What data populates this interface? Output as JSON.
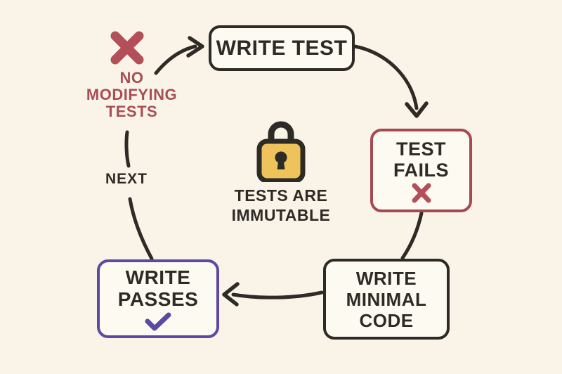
{
  "diagram": {
    "name": "tdd-cycle",
    "colors": {
      "background": "#f9f4e7",
      "node_fill": "#fdfaf2",
      "ink": "#2e2b27",
      "red_accent": "#a84e55",
      "red_border": "#a64a52",
      "purple_accent": "#5b4aa0",
      "lock_gold": "#eec35b"
    },
    "nodes": {
      "write_test": {
        "label": "WRITE TEST"
      },
      "test_fails": {
        "lines": [
          "TEST",
          "FAILS"
        ],
        "status_icon": "fail-x"
      },
      "write_minimal_code": {
        "lines": [
          "WRITE",
          "MINIMAL",
          "CODE"
        ]
      },
      "write_passes": {
        "lines": [
          "WRITE",
          "PASSES"
        ],
        "status_icon": "pass-check"
      }
    },
    "labels": {
      "no_modifying_tests": {
        "lines": [
          "NO",
          "MODIFYING",
          "TESTS"
        ],
        "icon": "red-x"
      },
      "next": "NEXT",
      "center_caption": {
        "lines": [
          "TESTS ARE",
          "IMMUTABLE"
        ],
        "icon": "padlock"
      }
    },
    "flow": [
      "write_test -> test_fails",
      "test_fails -> write_minimal_code",
      "write_minimal_code -> write_passes",
      "write_passes -> next -> write_test"
    ]
  }
}
